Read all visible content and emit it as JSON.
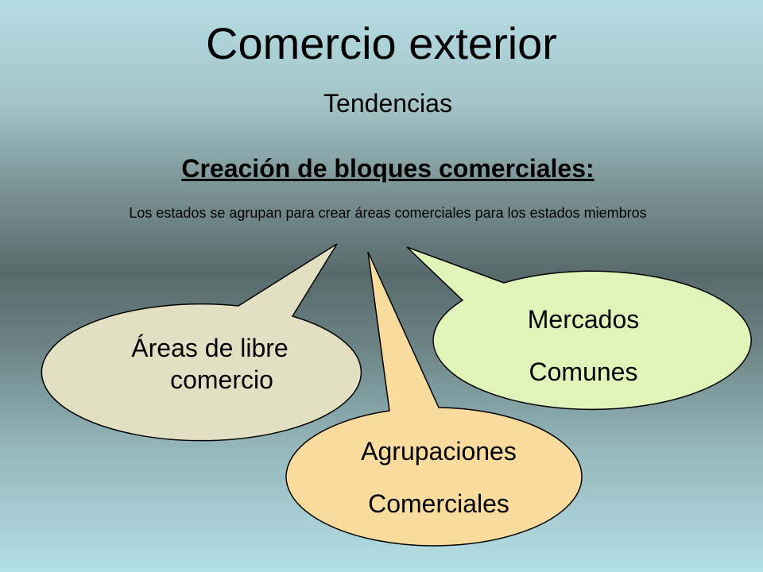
{
  "slide": {
    "title": "Comercio exterior",
    "subtitle": "Tendencias",
    "heading": "Creación de bloques comerciales:",
    "description": "Los estados se agrupan para crear áreas comerciales para los estados miembros"
  },
  "callouts": [
    {
      "id": "areas-libre-comercio",
      "lines": [
        "Áreas de libre",
        "comercio"
      ],
      "fill": "#e3dfc3"
    },
    {
      "id": "mercados-comunes",
      "lines": [
        "Mercados",
        "Comunes"
      ],
      "fill": "#e0f3b8"
    },
    {
      "id": "agrupaciones-comerciales",
      "lines": [
        "Agrupaciones",
        "Comerciales"
      ],
      "fill": "#fadb9e"
    }
  ]
}
